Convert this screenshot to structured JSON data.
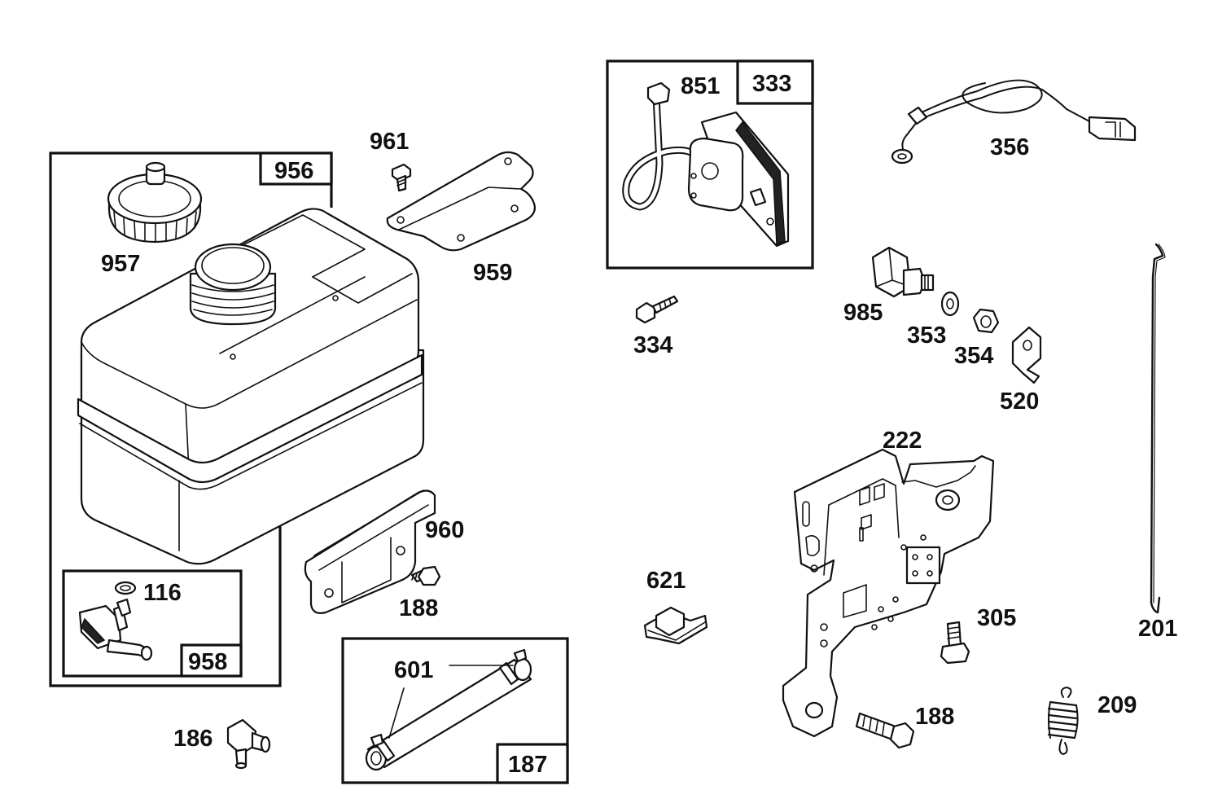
{
  "diagram": {
    "labels": {
      "p956": "956",
      "p957": "957",
      "p961": "961",
      "p959": "959",
      "p851": "851",
      "p333": "333",
      "p356": "356",
      "p334": "334",
      "p985": "985",
      "p353": "353",
      "p354": "354",
      "p520": "520",
      "p222": "222",
      "p960": "960",
      "p116": "116",
      "p958": "958",
      "p188a": "188",
      "p621": "621",
      "p305": "305",
      "p201": "201",
      "p601": "601",
      "p187": "187",
      "p186": "186",
      "p188b": "188",
      "p209": "209"
    }
  }
}
